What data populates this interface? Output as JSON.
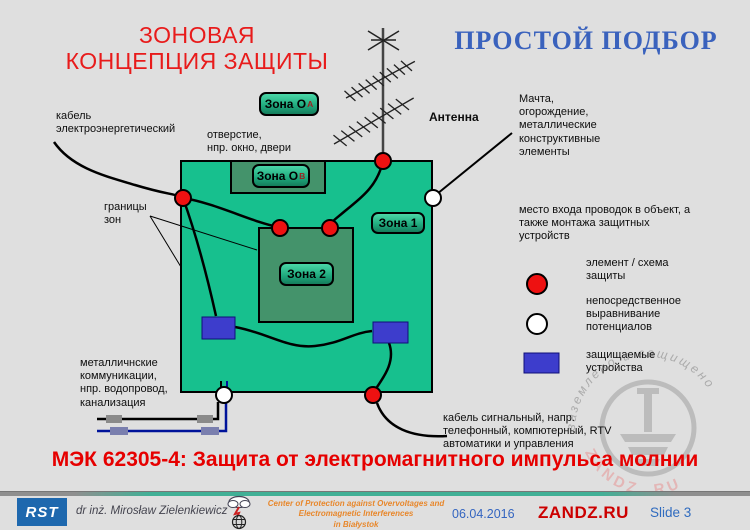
{
  "titles": {
    "left": "ЗОНОВАЯ\nКОНЦЕПЦИЯ ЗАЩИТЫ",
    "right": "ПРОСТОЙ ПОДБОР",
    "bottom": "МЭК 62305-4: Защита от электромагнитного импульса молнии"
  },
  "diagram": {
    "labels": {
      "power_cable": "кабель\nэлектроэнергетический",
      "opening": "отверстие,\nнпр. окно, двери",
      "antenna": "Антенна",
      "mast": "Мачта,\nогорождение,\nметаллические\nконструктивные\nэлементы",
      "zone_boundaries": "границы\nзон",
      "entry_point": "место входа проводок в объект, а\nтакже монтажа защитных\nустройств",
      "metal_communications": "металличнские\nкоммуникации,\nнпр. водопровод,\nканализация",
      "signal_cable": "кабель сигнальный, напр.\nтелефонный, компютерный, RTV\nавтоматики и управления"
    },
    "zones": {
      "zone0a": {
        "label": "Зона О",
        "sub": "A"
      },
      "zone0b": {
        "label": "Зона О",
        "sub": "B"
      },
      "zone1": {
        "label": "Зона 1"
      },
      "zone2": {
        "label": "Зона 2"
      }
    },
    "legend": {
      "protection_element": "элемент / схема\nзащиты",
      "equipotential_bonding": "непосредственное\nвыравнивание\nпотенциалов",
      "protected_devices": "защищаемые\nустройства"
    }
  },
  "watermark": {
    "arc_text": "заземлено и защищено",
    "site_text": "ZANDZ .RU"
  },
  "footer": {
    "logo": "RST",
    "author": "dr inż. Mirosław Zielenkiewicz",
    "center": "Center of Protection against Overvoltages and\nElectromagnetic Interferences\nin Białystok",
    "date": "06.04.2016",
    "site": "ZANDZ.RU",
    "slide": "Slide 3"
  },
  "colors": {
    "slide_background": "#dfdfdf",
    "building_green": "#17c08e",
    "inner_zone_green": "#44936b",
    "marker_red": "#ee1111",
    "device_blue": "#3d3dcc",
    "title_red": "#e81b1b",
    "title_blue": "#3a62bd",
    "bottom_title_red": "#e60000",
    "footer_orange": "#e8872b",
    "footer_site_red": "#cc0000",
    "footer_blue": "#3465c0",
    "watermark_gray": "#9a9a9a"
  }
}
